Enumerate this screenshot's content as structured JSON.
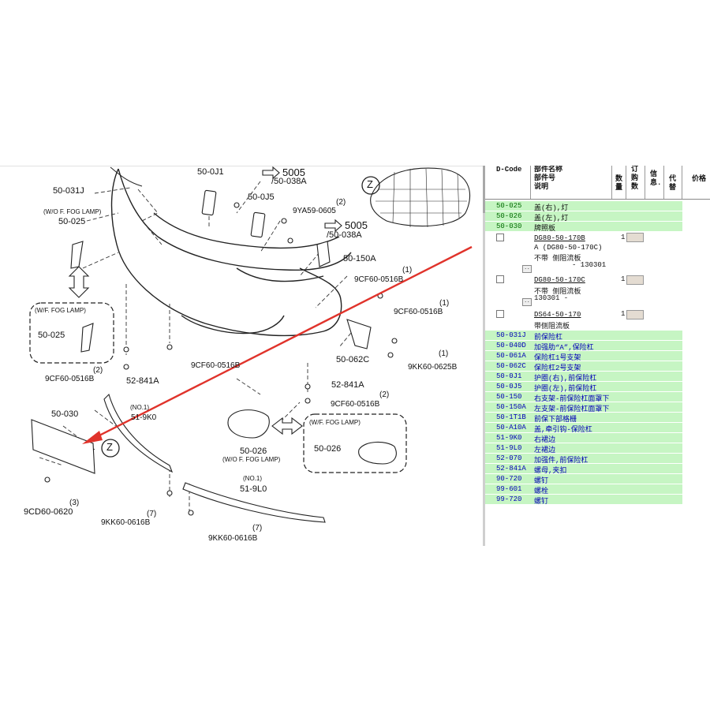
{
  "diagram": {
    "labels": {
      "p50_031J": "50-031J",
      "wo_fog_lamp": "(W/O F. FOG LAMP)",
      "p50_025": "50-025",
      "p50_0J1": "50-0J1",
      "p5005_a": "5005",
      "p50_038A_a": "/50-038A",
      "p50_0J5": "50-0J5",
      "qty2_a": "(2)",
      "p9YA59": "9YA59-0605",
      "p5005_b": "5005",
      "p50_038A_b": "/50-038A",
      "p50_150A": "50-150A",
      "qty1_a": "(1)",
      "p9CF60_a": "9CF60-0516B",
      "qty1_b": "(1)",
      "p9CF60_b": "9CF60-0516B",
      "wf_fog_lamp_a": "(W/F. FOG LAMP)",
      "p50_025_b": "50-025",
      "p50_062C": "50-062C",
      "qty1_c": "(1)",
      "p9KK60_0625": "9KK60-0625B",
      "qty2_b": "(2)",
      "p9CF60_c": "9CF60-0516B",
      "p52_841A_a": "52-841A",
      "p9CF60_d": "9CF60-0516B",
      "p52_841A_b": "52-841A",
      "qty2_c": "(2)",
      "p9CF60_e": "9CF60-0516B",
      "p50_030": "50-030",
      "no1_a": "(NO.1)",
      "p51_9K0": "51-9K0",
      "wf_fog_lamp_b": "(W/F. FOG LAMP)",
      "p50_026_a": "50-026",
      "wo_fog_lamp_b": "(W/O F. FOG LAMP)",
      "p50_026_b": "50-026",
      "z_a": "Z",
      "z_b": "Z",
      "qty3": "(3)",
      "p9CD60": "9CD60-0620",
      "qty7_a": "(7)",
      "p9KK60_0616_a": "9KK60-0616B",
      "no1_b": "(NO.1)",
      "p51_9L0": "51-9L0",
      "qty7_b": "(7)",
      "p9KK60_0616_b": "9KK60-0616B"
    }
  },
  "panel": {
    "headers": {
      "dcode": "D-Code",
      "name_l1": "部件名称",
      "name_l2": "部件号",
      "name_l3": "说明",
      "qty_l1": "数",
      "qty_l2": "量",
      "order_l1": "订",
      "order_l2": "购",
      "order_l3": "数",
      "info_l1": "信",
      "info_l2": "息.",
      "sub_l1": "代",
      "sub_l2": "替",
      "price": "价格"
    },
    "rows_top": [
      {
        "code": "50-025",
        "name": "盖(右),灯"
      },
      {
        "code": "50-026",
        "name": "盖(左),灯"
      },
      {
        "code": "50-030",
        "name": "牌照板"
      }
    ],
    "sub_items": [
      {
        "part": "DG80-50-170B",
        "qty": "1",
        "desc1": "A  (DG80-50-170C)",
        "desc2": "不带  侧阻流板",
        "desc3": "- 130301"
      },
      {
        "part": "DG80-50-170C",
        "qty": "1",
        "desc1": "不带  侧阻流板",
        "desc2": "130301  -"
      },
      {
        "part": "DS64-50-170",
        "qty": "1",
        "desc1": "带侧阻流板"
      }
    ],
    "rows_bottom": [
      {
        "code": "50-031J",
        "name": "前保险杠"
      },
      {
        "code": "50-040D",
        "name": "加强肋“A”,保险杠"
      },
      {
        "code": "50-061A",
        "name": "保险杠1号支架"
      },
      {
        "code": "50-062C",
        "name": "保险杠2号支架"
      },
      {
        "code": "50-0J1",
        "name": "护圈(右),前保险杠"
      },
      {
        "code": "50-0J5",
        "name": "护圈(左),前保险杠"
      },
      {
        "code": "50-150",
        "name": "右支架-前保险杠面罩下"
      },
      {
        "code": "50-150A",
        "name": "左支架-前保险杠面罩下"
      },
      {
        "code": "50-1T1B",
        "name": "前保下部格栅"
      },
      {
        "code": "50-A10A",
        "name": "盖,牵引钩-保险杠"
      },
      {
        "code": "51-9K0",
        "name": "右裙边"
      },
      {
        "code": "51-9L0",
        "name": "左裙边"
      },
      {
        "code": "52-070",
        "name": "加强件,前保险杠"
      },
      {
        "code": "52-841A",
        "name": "螺母,夹扣"
      },
      {
        "code": "90-720",
        "name": "螺钉"
      },
      {
        "code": "99-601",
        "name": "螺栓"
      },
      {
        "code": "99-720",
        "name": "螺钉"
      }
    ],
    "colors": {
      "row_green": "#c6f5c3",
      "code_green": "#006b00",
      "text_blue": "#0000b8",
      "arrow_red": "#e0332b"
    }
  }
}
